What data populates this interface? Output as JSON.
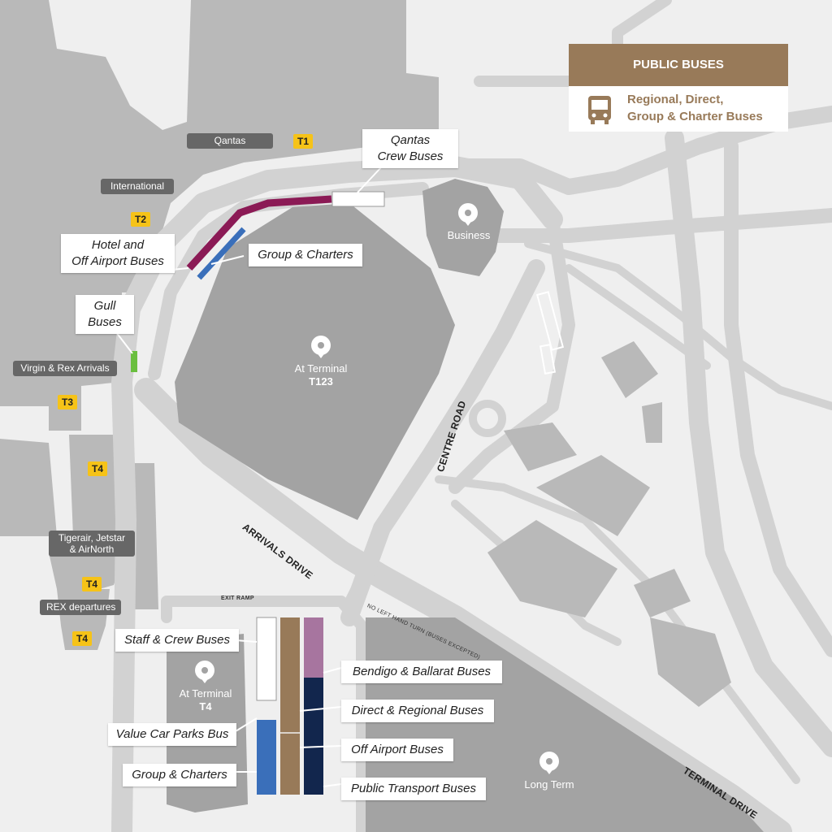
{
  "legend": {
    "title": "PUBLIC BUSES",
    "icon": "bus-icon",
    "line1": "Regional, Direct,",
    "line2": "Group & Charter Buses",
    "color": "#987a59"
  },
  "terminals": {
    "qantas": "Qantas",
    "t1": "T1",
    "international": "International",
    "t2": "T2",
    "virgin_rex": "Virgin & Rex Arrivals",
    "t3": "T3",
    "t4a": "T4",
    "tigerair_line1": "Tigerair, Jetstar",
    "tigerair_line2": "& AirNorth",
    "t4b": "T4",
    "rex_departures": "REX departures",
    "t4c": "T4"
  },
  "callouts": {
    "qantas_crew_line1": "Qantas",
    "qantas_crew_line2": "Crew Buses",
    "hotel_line1": "Hotel and",
    "hotel_line2": "Off Airport Buses",
    "group_charters_top": "Group & Charters",
    "gull_line1": "Gull",
    "gull_line2": "Buses",
    "staff_crew": "Staff & Crew Buses",
    "value_car_parks": "Value Car Parks Bus",
    "group_charters_bottom": "Group & Charters",
    "bendigo": "Bendigo & Ballarat Buses",
    "direct_regional": "Direct & Regional Buses",
    "off_airport": "Off Airport Buses",
    "public_transport": "Public Transport Buses"
  },
  "car_parks": {
    "business": "Business",
    "t123_line1": "At Terminal",
    "t123_line2": "T123",
    "t4_line1": "At Terminal",
    "t4_line2": "T4",
    "long_term": "Long Term"
  },
  "roads": {
    "centre_road": "CENTRE ROAD",
    "arrivals_drive": "ARRIVALS DRIVE",
    "terminal_drive": "TERMINAL DRIVE",
    "exit_ramp": "EXIT RAMP",
    "no_left_turn": "NO LEFT HAND TURN (BUSES EXCEPTED)"
  },
  "colors": {
    "background": "#efefef",
    "building": "#b9b9b9",
    "road": "#d2d2d2",
    "carpark": "#a3a3a3",
    "hotel_bus": "#8b1a55",
    "group_charters": "#3a6fba",
    "gull": "#6abf3f",
    "bendigo": "#a7759f",
    "direct_regional": "#987a59",
    "off_airport_public": "#12264d",
    "terminal_badge": "#f6c318",
    "terminal_tag": "#676767"
  }
}
